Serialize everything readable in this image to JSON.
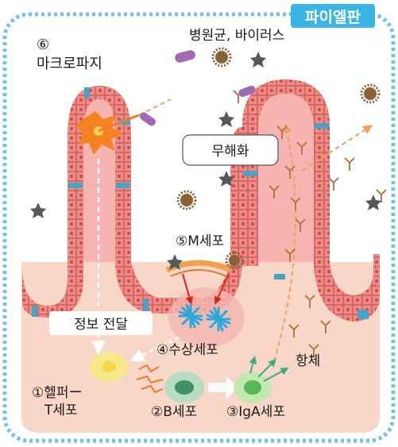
{
  "badge": "파이엘판",
  "labels": {
    "pathogens": "병원균, 바이러스",
    "macrophage_num": "⑥",
    "macrophage": "마크로파지",
    "neutralize": "무해화",
    "mcell": "⑤M세포",
    "info_transfer": "정보 전달",
    "dendritic": "④수상세포",
    "antibody": "항체",
    "helper_t_line1": "①헬퍼ー",
    "helper_t_line2": "T세포",
    "bcell": "②B세포",
    "iga_cell": "③IgA세포"
  },
  "colors": {
    "frame": "#6fc3e8",
    "badge_bg": "#3ab5e6",
    "tissue": "#f8d6c8",
    "villus_fill": "#f3a9a6",
    "epithelium": "#e88a85",
    "cell_dot": "#d9534f",
    "m_cell": "#f0a050",
    "macrophage": "#f58220",
    "dendritic": "#2aa8e0",
    "helper_t": "#f7e98a",
    "b_cell": "#8ec9a6",
    "iga_cell": "#a8dd88",
    "antibody": "#b07a4a"
  }
}
